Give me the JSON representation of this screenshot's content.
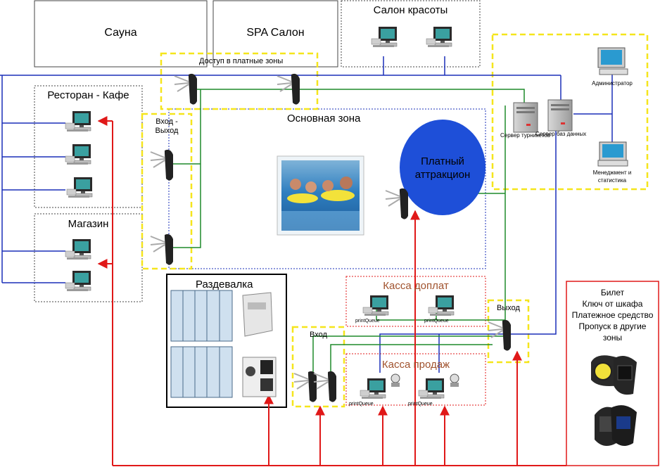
{
  "zones": {
    "sauna": "Сауна",
    "spa": "SPA Салон",
    "beauty": "Салон красоты",
    "restaurant": "Ресторан - Кафе",
    "shop": "Магазин",
    "main_zone": "Основная зона",
    "paid_access": "Доступ в платные зоны",
    "entry_exit_1": "Вход -",
    "entry_exit_2": "Выход",
    "attraction_1": "Платный",
    "attraction_2": "аттракцион",
    "locker_room": "Раздевалка",
    "extra_pay": "Касса доплат",
    "sales": "Касса продаж",
    "entrance": "Вход",
    "exit": "Выход"
  },
  "servers": {
    "turnstile_server": "Сервер турникетов",
    "db_server": "Сервер баз данных",
    "admin": "Администратор",
    "mgmt_1": "Менеджмент и",
    "mgmt_2": "статистика"
  },
  "print_queue": "printQueue",
  "bracelet_uses": [
    "Билет",
    "Ключ от шкафа",
    "Платежное средство",
    "Пропуск в другие",
    "зоны"
  ],
  "colors": {
    "blue_line": "#1a2fb8",
    "green_line": "#1f8a2a",
    "red_line": "#e01818",
    "yellow_dash": "#f5e51c",
    "attraction": "#1e4fd8"
  }
}
